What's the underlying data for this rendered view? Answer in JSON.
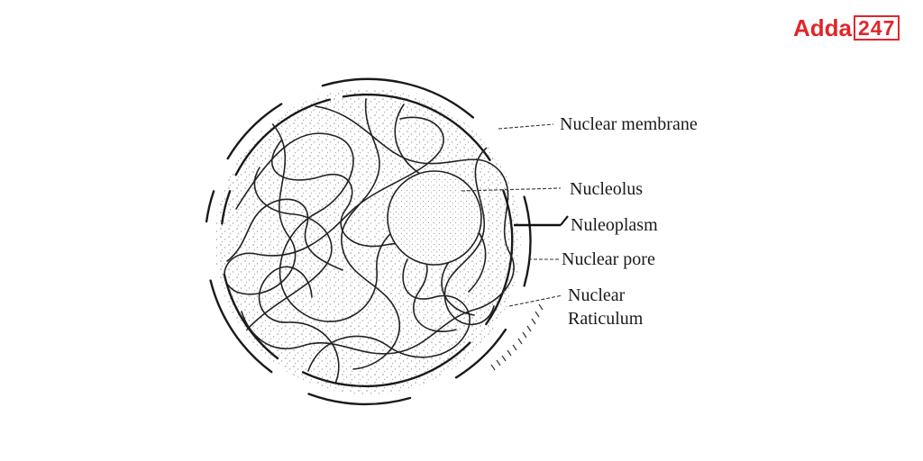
{
  "logo": {
    "brand": "Adda",
    "number": "247",
    "color": "#e0262b"
  },
  "labels": {
    "nuclear_membrane": "Nuclear membrane",
    "nucleolus": "Nucleolus",
    "nucleoplasm": "Nuleoplasm",
    "nuclear_pore": "Nuclear pore",
    "nuclear_reticulum_line1": "Nuclear",
    "nuclear_reticulum_line2": "Raticulum"
  }
}
